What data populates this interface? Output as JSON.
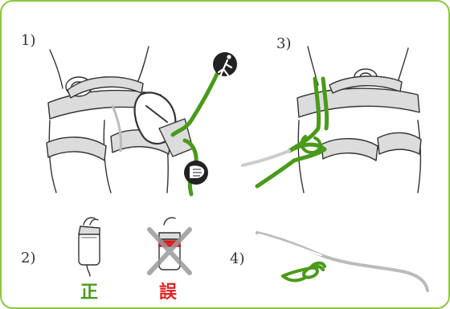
{
  "steps": [
    {
      "number": "1"
    },
    {
      "number": "2"
    },
    {
      "number": "3"
    },
    {
      "number": "4"
    }
  ],
  "labels": {
    "correct": "正",
    "incorrect": "誤"
  },
  "colors": {
    "border": "#8cc63f",
    "rope": "#4a9a1a",
    "correct": "#4a9a1a",
    "incorrect": "#e02020",
    "cross": "#9a9a9a",
    "harness_fill": "#dcdcdc",
    "ink": "#333333"
  },
  "icons": [
    "climber-icon",
    "hand-grip-icon",
    "wrong-cross-icon"
  ]
}
